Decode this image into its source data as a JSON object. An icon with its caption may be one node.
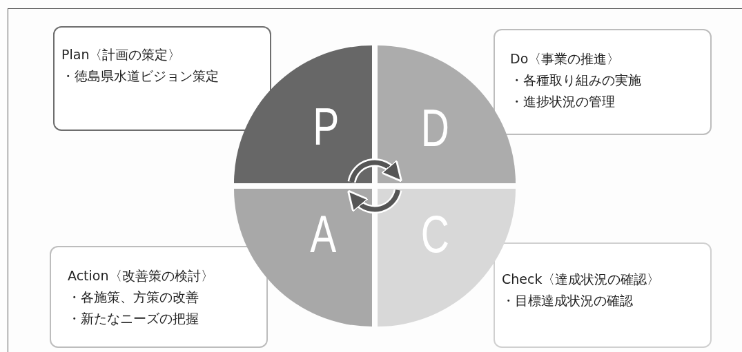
{
  "diagram": {
    "nodes": [
      {
        "text": [
          "Plan〈計画の策定〉",
          "・徳島県水道ビジョン策定"
        ]
      },
      {
        "text": [
          "Do〈事業の推進〉",
          "・各種取り組みの実施",
          "・進捗状況の管理"
        ]
      },
      {
        "text": [
          "P"
        ]
      },
      {
        "text": [
          "D"
        ]
      },
      {
        "text": [
          "A"
        ]
      },
      {
        "text": [
          "C"
        ]
      },
      {
        "text": [
          "Action〈改善策の検討〉",
          "・各施策、方策の改善",
          "・新たなニーズの把握"
        ]
      },
      {
        "text": [
          "Check〈達成状況の確認〉",
          "・目標達成状況の確認"
        ]
      }
    ],
    "edges": [
      {
        "from": 2,
        "to": 3,
        "arrow": "to"
      },
      {
        "from": 5,
        "to": 4,
        "arrow": "to"
      }
    ]
  }
}
